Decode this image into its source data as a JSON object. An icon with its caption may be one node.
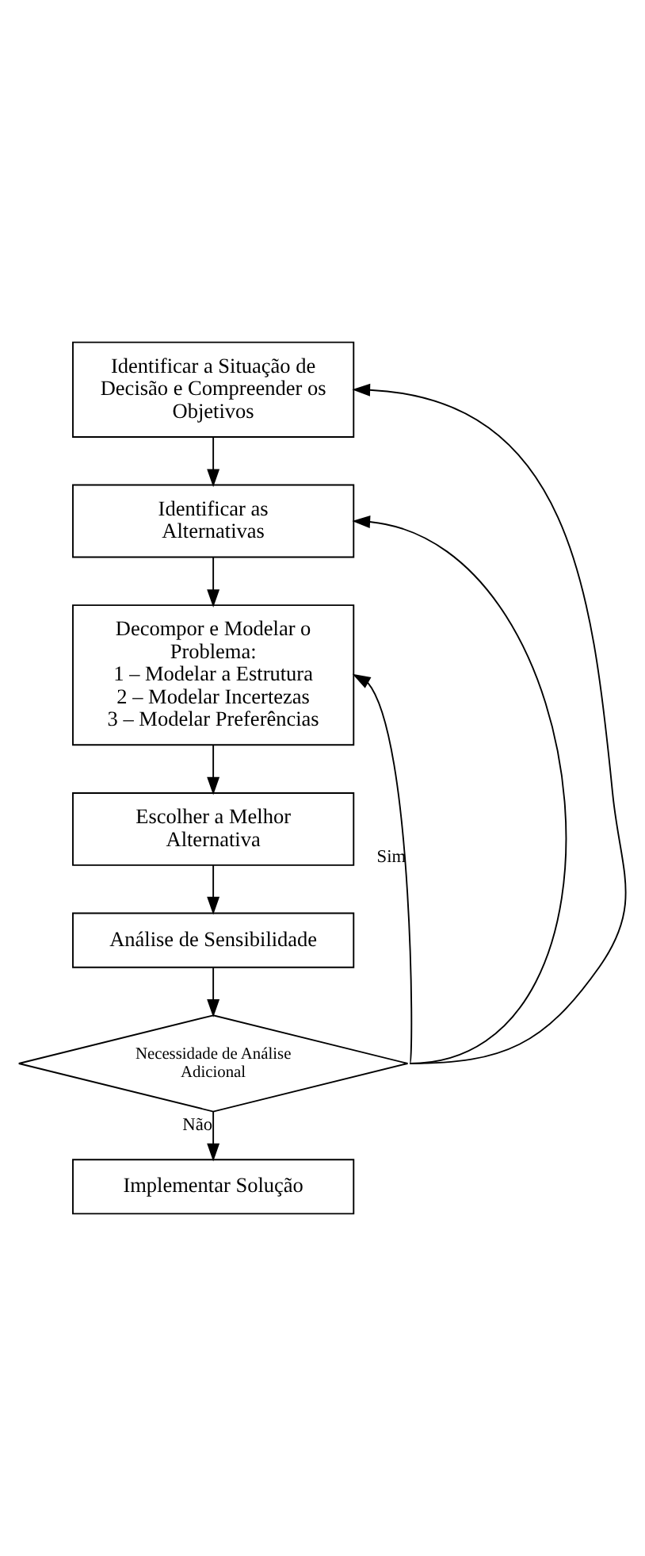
{
  "diagram": {
    "nodes": [
      {
        "text": [
          "Identificar a Situação de Decisão e Compreender os Objetivos"
        ]
      },
      {
        "text": [
          "Identificar as Alternativas"
        ]
      },
      {
        "text": [
          "Decompor e Modelar o Problema:",
          "1 – Modelar a Estrutura",
          "2 – Modelar Incertezas",
          "3 – Modelar Preferências"
        ]
      },
      {
        "text": [
          "Escolher a Melhor Alternativa"
        ]
      },
      {
        "text": [
          "Análise de Sensibilidade"
        ]
      },
      {
        "text": [
          "Necessidade de Análise Adicional"
        ]
      },
      {
        "text": [
          "Implementar Solução"
        ]
      }
    ],
    "edges": [
      {
        "from": 0,
        "to": 1,
        "arrow": "to"
      },
      {
        "from": 1,
        "to": 2,
        "arrow": "to"
      },
      {
        "from": 2,
        "to": 3,
        "arrow": "to"
      },
      {
        "from": 3,
        "to": 4,
        "arrow": "to"
      },
      {
        "from": 4,
        "to": 5,
        "arrow": "to"
      },
      {
        "from": 5,
        "to": 6,
        "arrow": "to",
        "label": "Não"
      },
      {
        "from": 5,
        "to": 2,
        "arrow": "to",
        "label": "Sim"
      },
      {
        "from": 5,
        "to": 1,
        "arrow": "to"
      },
      {
        "from": 5,
        "to": 0,
        "arrow": "to"
      }
    ]
  }
}
